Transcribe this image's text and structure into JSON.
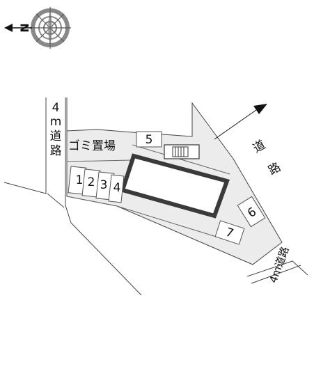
{
  "compass": {
    "north_letter": "N",
    "icon": "compass-rose-icon"
  },
  "roads": {
    "left_road_label": [
      "4",
      "m",
      "道",
      "路"
    ],
    "right_road_label": [
      "道",
      "路"
    ],
    "bottom_road_label": "4m道路"
  },
  "facilities": {
    "garbage_area": "ゴミ置場"
  },
  "parking_spaces": [
    "1",
    "2",
    "3",
    "4",
    "5",
    "6",
    "7"
  ],
  "colors": {
    "lot_fill": "#ececec",
    "building_stroke": "#3a3a3a",
    "line": "#444444"
  }
}
